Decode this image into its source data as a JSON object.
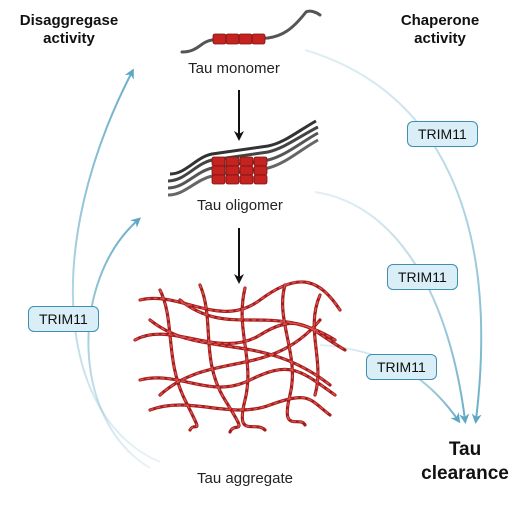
{
  "headers": {
    "disaggregase": [
      "Disaggregase",
      "activity"
    ],
    "chaperone": [
      "Chaperone",
      "activity"
    ]
  },
  "labels": {
    "monomer": "Tau monomer",
    "oligomer": "Tau oligomer",
    "aggregate": "Tau aggregate"
  },
  "trim_pills": {
    "chaperone_top": "TRIM11",
    "chaperone_mid": "TRIM11",
    "chaperone_low": "TRIM11",
    "disaggregase": "TRIM11"
  },
  "clearance": [
    "Tau",
    "clearance"
  ],
  "colors": {
    "arrow_blue": "#6aaec9",
    "pill_fill": "#d9eef6",
    "pill_border": "#3f8fb0",
    "tau_red": "#c4231f",
    "fibril_red": "#a51d1d",
    "strand_gray": "#555555"
  }
}
